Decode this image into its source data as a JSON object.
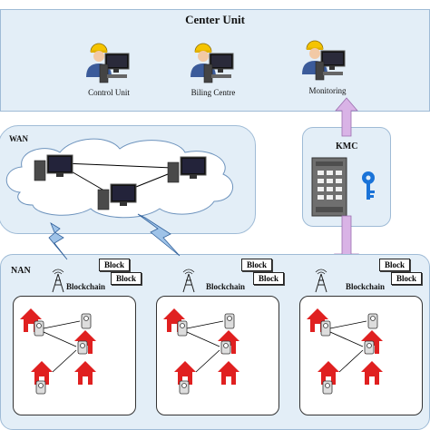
{
  "center_unit": {
    "title": "Center Unit",
    "nodes": [
      {
        "label": "Control Unit"
      },
      {
        "label": "Biling Centre"
      },
      {
        "label": "Monitoring"
      }
    ]
  },
  "wan": {
    "label": "WAN"
  },
  "kmc": {
    "label": "KMC"
  },
  "nan": {
    "label": "NAN",
    "clusters": [
      {
        "blockchain_label": "Blockchain",
        "blocks": [
          "Block",
          "Block"
        ]
      },
      {
        "blockchain_label": "Blockchain",
        "blocks": [
          "Block",
          "Block"
        ]
      },
      {
        "blockchain_label": "Blockchain",
        "blocks": [
          "Block",
          "Block"
        ]
      }
    ]
  },
  "colors": {
    "panel_fill": "#e3eef7",
    "panel_border": "#9fbbd6",
    "arrow_fill": "#d9b3e6",
    "house_red": "#e02020",
    "key_blue": "#1a73d8",
    "lightning_blue": "#9fc3e8"
  }
}
